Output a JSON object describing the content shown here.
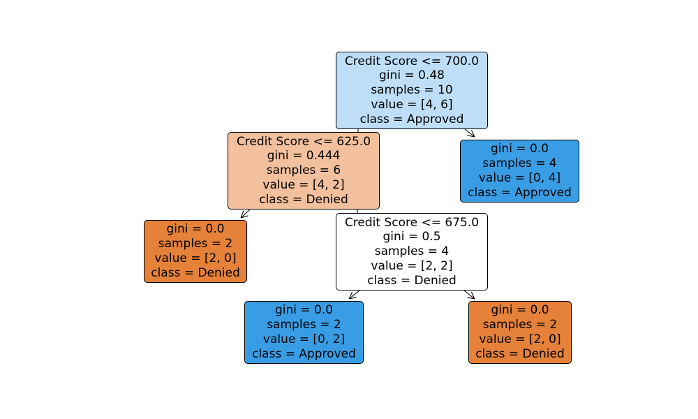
{
  "colors": {
    "denied": "#e58139",
    "approved": "#399de5",
    "neutral": "#ffffff"
  },
  "nodes": [
    {
      "id": "n0",
      "lines": [
        "Credit Score <= 700.0",
        "gini = 0.48",
        "samples = 10",
        "value = [4, 6]",
        "class = Approved"
      ],
      "fill": "#bddef6"
    },
    {
      "id": "n1",
      "lines": [
        "Credit Score <= 625.0",
        "gini = 0.444",
        "samples = 6",
        "value = [4, 2]",
        "class = Denied"
      ],
      "fill": "#f2c09c"
    },
    {
      "id": "n2",
      "lines": [
        "gini = 0.0",
        "samples = 4",
        "value = [0, 4]",
        "class = Approved"
      ],
      "fill": "#399de5"
    },
    {
      "id": "n3",
      "lines": [
        "gini = 0.0",
        "samples = 2",
        "value = [2, 0]",
        "class = Denied"
      ],
      "fill": "#e58139"
    },
    {
      "id": "n4",
      "lines": [
        "Credit Score <= 675.0",
        "gini = 0.5",
        "samples = 4",
        "value = [2, 2]",
        "class = Denied"
      ],
      "fill": "#ffffff"
    },
    {
      "id": "n5",
      "lines": [
        "gini = 0.0",
        "samples = 2",
        "value = [0, 2]",
        "class = Approved"
      ],
      "fill": "#399de5"
    },
    {
      "id": "n6",
      "lines": [
        "gini = 0.0",
        "samples = 2",
        "value = [2, 0]",
        "class = Denied"
      ],
      "fill": "#e58139"
    }
  ],
  "edges": [
    {
      "from": "n0",
      "to": "n1"
    },
    {
      "from": "n0",
      "to": "n2"
    },
    {
      "from": "n1",
      "to": "n3"
    },
    {
      "from": "n1",
      "to": "n4"
    },
    {
      "from": "n4",
      "to": "n5"
    },
    {
      "from": "n4",
      "to": "n6"
    }
  ]
}
